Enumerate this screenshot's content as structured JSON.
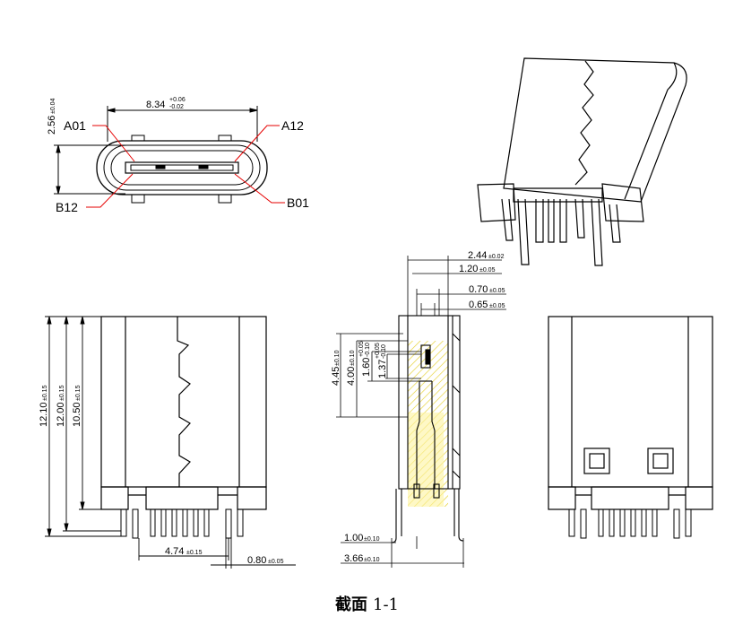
{
  "front_view": {
    "width_dim": {
      "value": "8.34",
      "tol_upper": "+0.06",
      "tol_lower": "-0.02"
    },
    "height_dim": {
      "value": "2.56",
      "tol": "±0.04"
    },
    "pin_labels": {
      "a01": "A01",
      "a12": "A12",
      "b12": "B12",
      "b01": "B01"
    }
  },
  "side_view": {
    "h1": {
      "value": "12.10",
      "tol": "±0.15"
    },
    "h2": {
      "value": "12.00",
      "tol": "±0.15"
    },
    "h3": {
      "value": "10.50",
      "tol": "±0.15"
    },
    "pitch_row": {
      "value": "4.74",
      "tol": "±0.15"
    },
    "pin_width": {
      "value": "0.80",
      "tol": "±0.05"
    }
  },
  "section_view": {
    "top_dims": [
      {
        "value": "2.44",
        "tol": "±0.02"
      },
      {
        "value": "1.20",
        "tol": "±0.05"
      },
      {
        "value": "0.70",
        "tol": "±0.05"
      },
      {
        "value": "0.65",
        "tol": "±0.05"
      }
    ],
    "v1": {
      "value": "4.45",
      "tol": "±0.10"
    },
    "v2": {
      "value": "4.00",
      "tol": "±0.10"
    },
    "v3": {
      "value": "1.60",
      "tol_upper": "+0.05",
      "tol_lower": "-0.10"
    },
    "v4": {
      "value": "1.37",
      "tol_upper": "+0.05",
      "tol_lower": "-0.10"
    },
    "bottom_dims": [
      {
        "value": "1.00",
        "tol": "±0.10"
      },
      {
        "value": "3.66",
        "tol": "±0.10"
      }
    ]
  },
  "caption": {
    "title": "截面",
    "number": "1-1"
  },
  "colors": {
    "pin_label_leader": "#e60000",
    "section_hatch": "#f2e14a",
    "line": "#000000"
  }
}
